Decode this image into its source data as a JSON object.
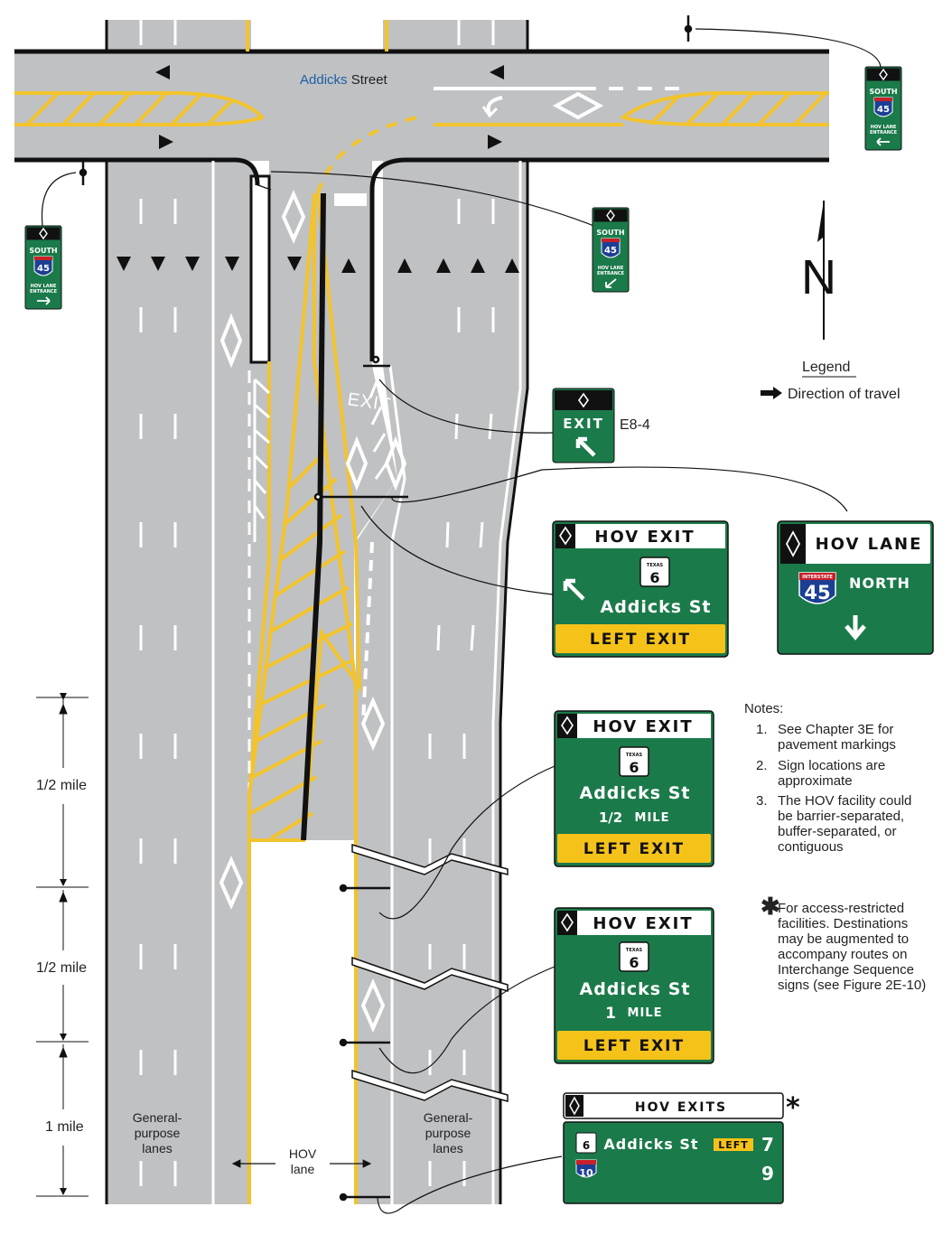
{
  "street": {
    "prefix": "Addicks ",
    "suffix": "Street"
  },
  "legend": {
    "title": "Legend",
    "item": "Direction of travel"
  },
  "north_label": "N",
  "distances": {
    "half_mile_1": "1/2 mile",
    "half_mile_2": "1/2 mile",
    "one_mile": "1 mile"
  },
  "lane_labels": {
    "gp_left": [
      "General-",
      "purpose",
      "lanes"
    ],
    "gp_right": [
      "General-",
      "purpose",
      "lanes"
    ],
    "hov": [
      "HOV",
      "lane"
    ]
  },
  "pavement": {
    "exit_word": "EXIT"
  },
  "notes": {
    "heading": "Notes:",
    "items": [
      {
        "num": "1.",
        "lines": [
          "See Chapter 3E for",
          "pavement markings"
        ]
      },
      {
        "num": "2.",
        "lines": [
          "Sign locations are",
          "approximate"
        ]
      },
      {
        "num": "3.",
        "lines": [
          "The HOV facility could",
          "be barrier-separated,",
          "buffer-separated, or",
          "contiguous"
        ]
      }
    ],
    "asterisk_note": [
      "For access-restricted",
      "facilities. Destinations",
      "may be augmented to",
      "accompany routes on",
      "Interchange Sequence",
      "signs (see Figure 2E-10)"
    ]
  },
  "signs": {
    "entrance_small": {
      "south": "SOUTH",
      "interstate": "INTERSTATE",
      "route": "45",
      "line1": "HOV LANE",
      "line2": "ENTRANCE"
    },
    "exit_e84": {
      "exit": "EXIT",
      "code": "E8-4"
    },
    "hov_exit_left": {
      "header": "HOV EXIT",
      "texas": "TEXAS",
      "route": "6",
      "dest": "Addicks St",
      "footer": "LEFT EXIT"
    },
    "hov_lane_north": {
      "header": "HOV LANE",
      "interstate": "INTERSTATE",
      "route": "45",
      "direction": "NORTH"
    },
    "hov_exit_half": {
      "header": "HOV EXIT",
      "texas": "TEXAS",
      "route": "6",
      "dest": "Addicks St",
      "dist_num": "1/2",
      "dist_unit": "MILE",
      "footer": "LEFT EXIT"
    },
    "hov_exit_one": {
      "header": "HOV EXIT",
      "texas": "TEXAS",
      "route": "6",
      "dest": "Addicks St",
      "dist_num": "1",
      "dist_unit": "MILE",
      "footer": "LEFT EXIT"
    },
    "hov_exits": {
      "header": "HOV EXITS",
      "row1_route": "6",
      "row1_dest": "Addicks St",
      "row1_tag": "LEFT",
      "row1_dist": "7",
      "row2_route": "10",
      "row2_dist": "9",
      "asterisk": "*"
    }
  },
  "colors": {
    "road": "#c0c1c3",
    "green": "#1b7a4a",
    "yellow": "#f5c21a",
    "marking_yellow": "#f2c32c",
    "black": "#111111",
    "street_blue": "#1d5fa8"
  }
}
